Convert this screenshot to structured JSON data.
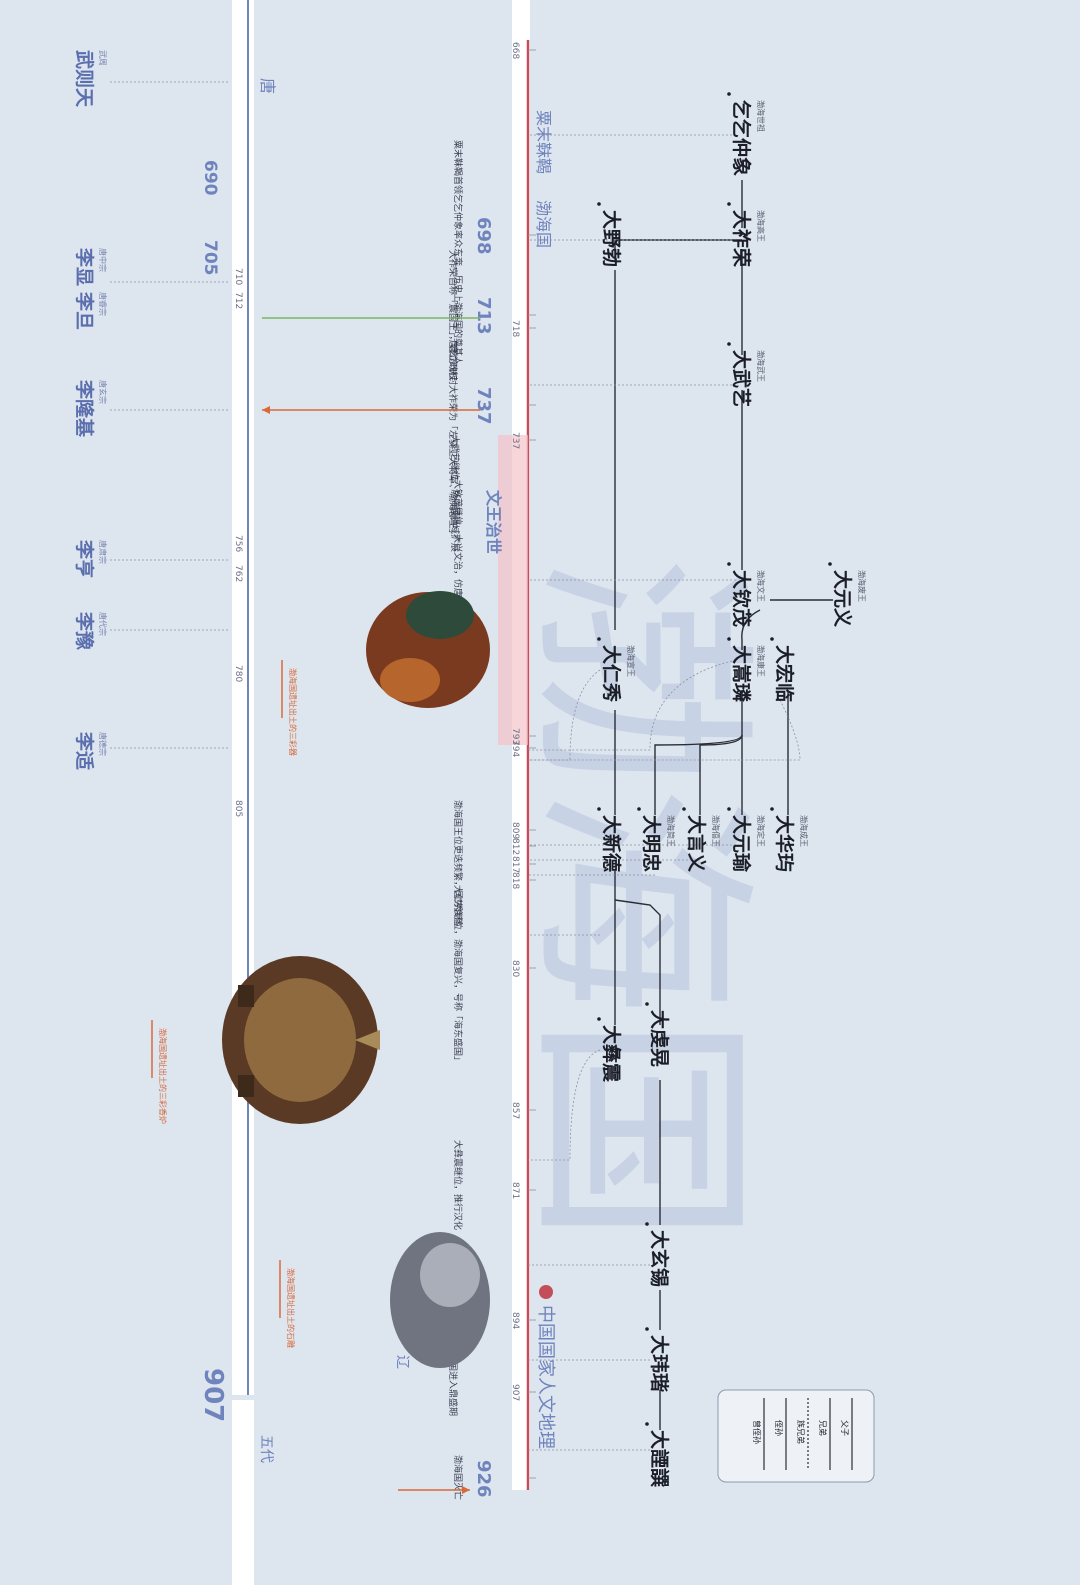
{
  "meta": {
    "title": "",
    "credit": "中国国家人文地理"
  },
  "colors": {
    "bg": "#dde5ef",
    "tang": "#6f83bd",
    "accent": "#c44d5a",
    "orange": "#d86a3a",
    "green": "#7db563",
    "text": "#1b1e27",
    "muted": "#7a8299"
  },
  "eras": {
    "tang": "唐",
    "wudai": "五代",
    "liao": "辽",
    "sumo": "粟末靺鞨",
    "bohai": "渤海国",
    "wenwang": "文王治世"
  },
  "kings": [
    {
      "id": "k1",
      "name": "乞乞仲象",
      "title": "渤海世祖"
    },
    {
      "id": "k2",
      "name": "大祚荣",
      "title": "渤海高王"
    },
    {
      "id": "k3",
      "name": "大野勃",
      "title": ""
    },
    {
      "id": "k4",
      "name": "大武艺",
      "title": "渤海武王"
    },
    {
      "id": "k5",
      "name": "大钦茂",
      "title": "渤海文王"
    },
    {
      "id": "k6",
      "name": "大元义",
      "title": "渤海废王"
    },
    {
      "id": "k7",
      "name": "大宏临",
      "title": ""
    },
    {
      "id": "k8",
      "name": "大嵩璘",
      "title": "渤海康王"
    },
    {
      "id": "k9",
      "name": "大仁秀",
      "title": "渤海宣王"
    },
    {
      "id": "k10",
      "name": "大华玙",
      "title": "渤海成王"
    },
    {
      "id": "k11",
      "name": "大元瑜",
      "title": "渤海定王"
    },
    {
      "id": "k12",
      "name": "大言义",
      "title": "渤海僖王"
    },
    {
      "id": "k13",
      "name": "大明忠",
      "title": "渤海简王"
    },
    {
      "id": "k14",
      "name": "大新德",
      "title": ""
    },
    {
      "id": "k15",
      "name": "大彝震",
      "title": ""
    },
    {
      "id": "k16",
      "name": "大虔晃",
      "title": ""
    },
    {
      "id": "k17",
      "name": "大玄锡",
      "title": ""
    },
    {
      "id": "k18",
      "name": "大玮瑎",
      "title": ""
    },
    {
      "id": "k19",
      "name": "大諲譔",
      "title": ""
    }
  ],
  "emperors": [
    {
      "name": "武则天",
      "title": "武周"
    },
    {
      "name": "李显",
      "title": "唐中宗"
    },
    {
      "name": "李旦",
      "title": "唐睿宗"
    },
    {
      "name": "李隆基",
      "title": "唐玄宗"
    },
    {
      "name": "李亨",
      "title": "唐肃宗"
    },
    {
      "name": "李豫",
      "title": "唐代宗"
    },
    {
      "name": "李适",
      "title": "唐德宗"
    }
  ],
  "years": [
    {
      "v": 668,
      "big": false
    },
    {
      "v": 698,
      "big": true
    },
    {
      "v": 713,
      "big": true
    },
    {
      "v": 718,
      "big": false
    },
    {
      "v": 737,
      "big": true
    },
    {
      "v": 737,
      "big": false
    },
    {
      "v": 793,
      "big": false
    },
    {
      "v": 794,
      "big": false
    },
    {
      "v": 809,
      "big": false
    },
    {
      "v": 812,
      "big": false
    },
    {
      "v": 817,
      "big": false
    },
    {
      "v": 818,
      "big": false
    },
    {
      "v": 830,
      "big": false
    },
    {
      "v": 857,
      "big": false
    },
    {
      "v": 871,
      "big": false
    },
    {
      "v": 894,
      "big": false
    },
    {
      "v": 907,
      "big": false
    },
    {
      "v": 926,
      "big": true
    }
  ],
  "tang_years": [
    {
      "v": 690,
      "big": true
    },
    {
      "v": 705,
      "big": true
    },
    {
      "v": 710,
      "big": false
    },
    {
      "v": 712,
      "big": false
    },
    {
      "v": 756,
      "big": false
    },
    {
      "v": 762,
      "big": false
    },
    {
      "v": 780,
      "big": false
    },
    {
      "v": 805,
      "big": false
    },
    {
      "v": 907,
      "big": true
    }
  ],
  "events": [
    {
      "text": "粟末靺鞨首领乞乞仲象率众东奔，历史上渤海国的奠基人"
    },
    {
      "text": "大祚荣自称「震国王」，建立政权"
    },
    {
      "text": "唐玄宗册封大祚荣为「左骁卫大将军、渤海郡王」"
    },
    {
      "text": "大武艺继位，渤海国疆域扩展"
    },
    {
      "text": "大钦茂继位，大兴文治，仿唐制设三省六部"
    },
    {
      "text": "渤海国王位更迭频繁，国势衰落"
    },
    {
      "text": "大仁秀继位，渤海国复兴，号称「海东盛国」"
    },
    {
      "text": "大彝震继位，推行汉化"
    },
    {
      "text": "大玄锡继位，渤海国进入鼎盛期"
    },
    {
      "text": "渤海国灭亡"
    }
  ],
  "relics": [
    {
      "caption": "渤海国遗址出土的三彩香炉"
    },
    {
      "caption": "渤海国遗址出土的三彩器"
    },
    {
      "caption": "渤海国遗址出土的石雕"
    }
  ],
  "legend": [
    {
      "label": "父子"
    },
    {
      "label": "兄弟"
    },
    {
      "label": "族兄弟"
    },
    {
      "label": "侄孙"
    },
    {
      "label": "曾侄孙"
    }
  ]
}
